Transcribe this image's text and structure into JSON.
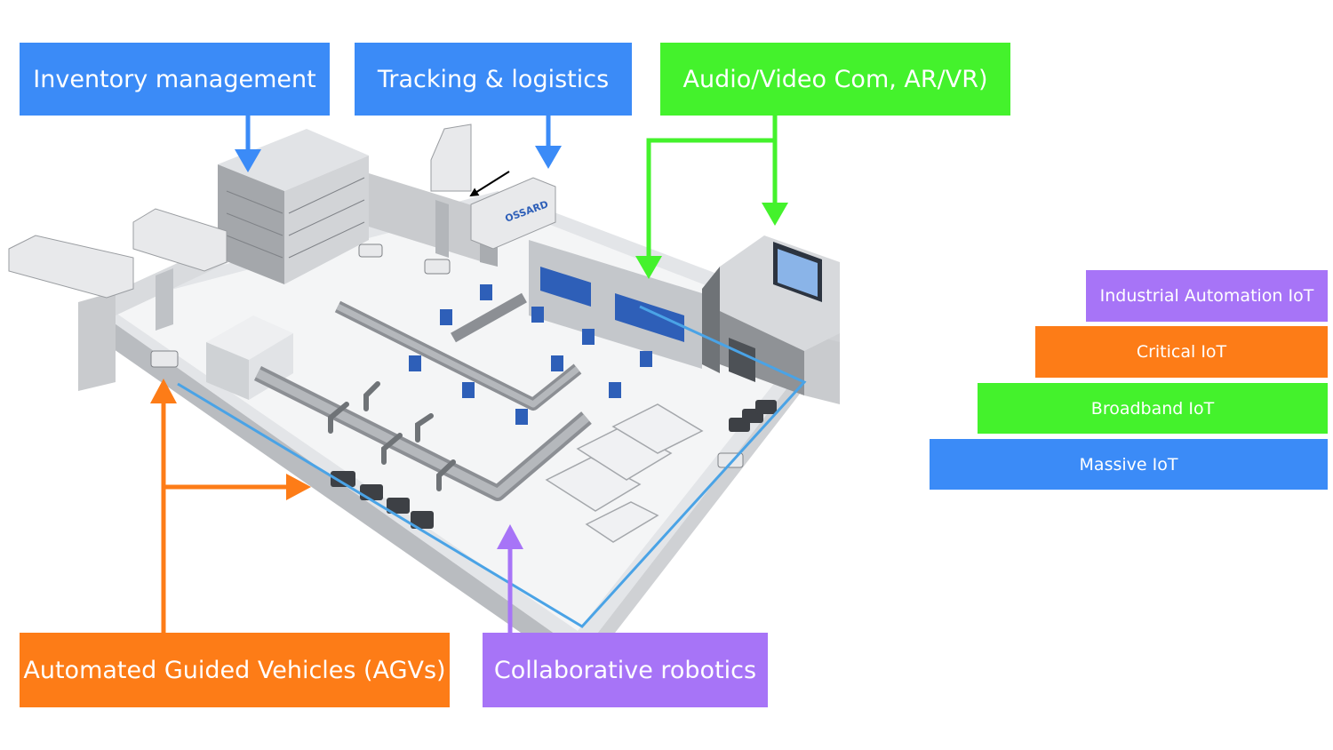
{
  "colors": {
    "massive": "#3b8bf7",
    "broadband": "#44f22c",
    "critical": "#fd7c17",
    "industrial": "#a774f7",
    "floor": "#f1f2f3",
    "wall": "#c9cbce",
    "wall_dark": "#a9acb0",
    "track": "#4aa3e6",
    "rack": "#2e5fb8",
    "conveyor": "#8c8f94"
  },
  "labels": {
    "inventory": "Inventory management",
    "tracking": "Tracking & logistics",
    "audio_video": "Audio/Video Com, AR/VR)",
    "agv": "Automated Guided Vehicles (AGVs)",
    "robotics": "Collaborative robotics"
  },
  "legend": {
    "industrial": "Industrial Automation IoT",
    "critical": "Critical IoT",
    "broadband": "Broadband IoT",
    "massive": "Massive IoT"
  },
  "truck_text": "OSSARD"
}
